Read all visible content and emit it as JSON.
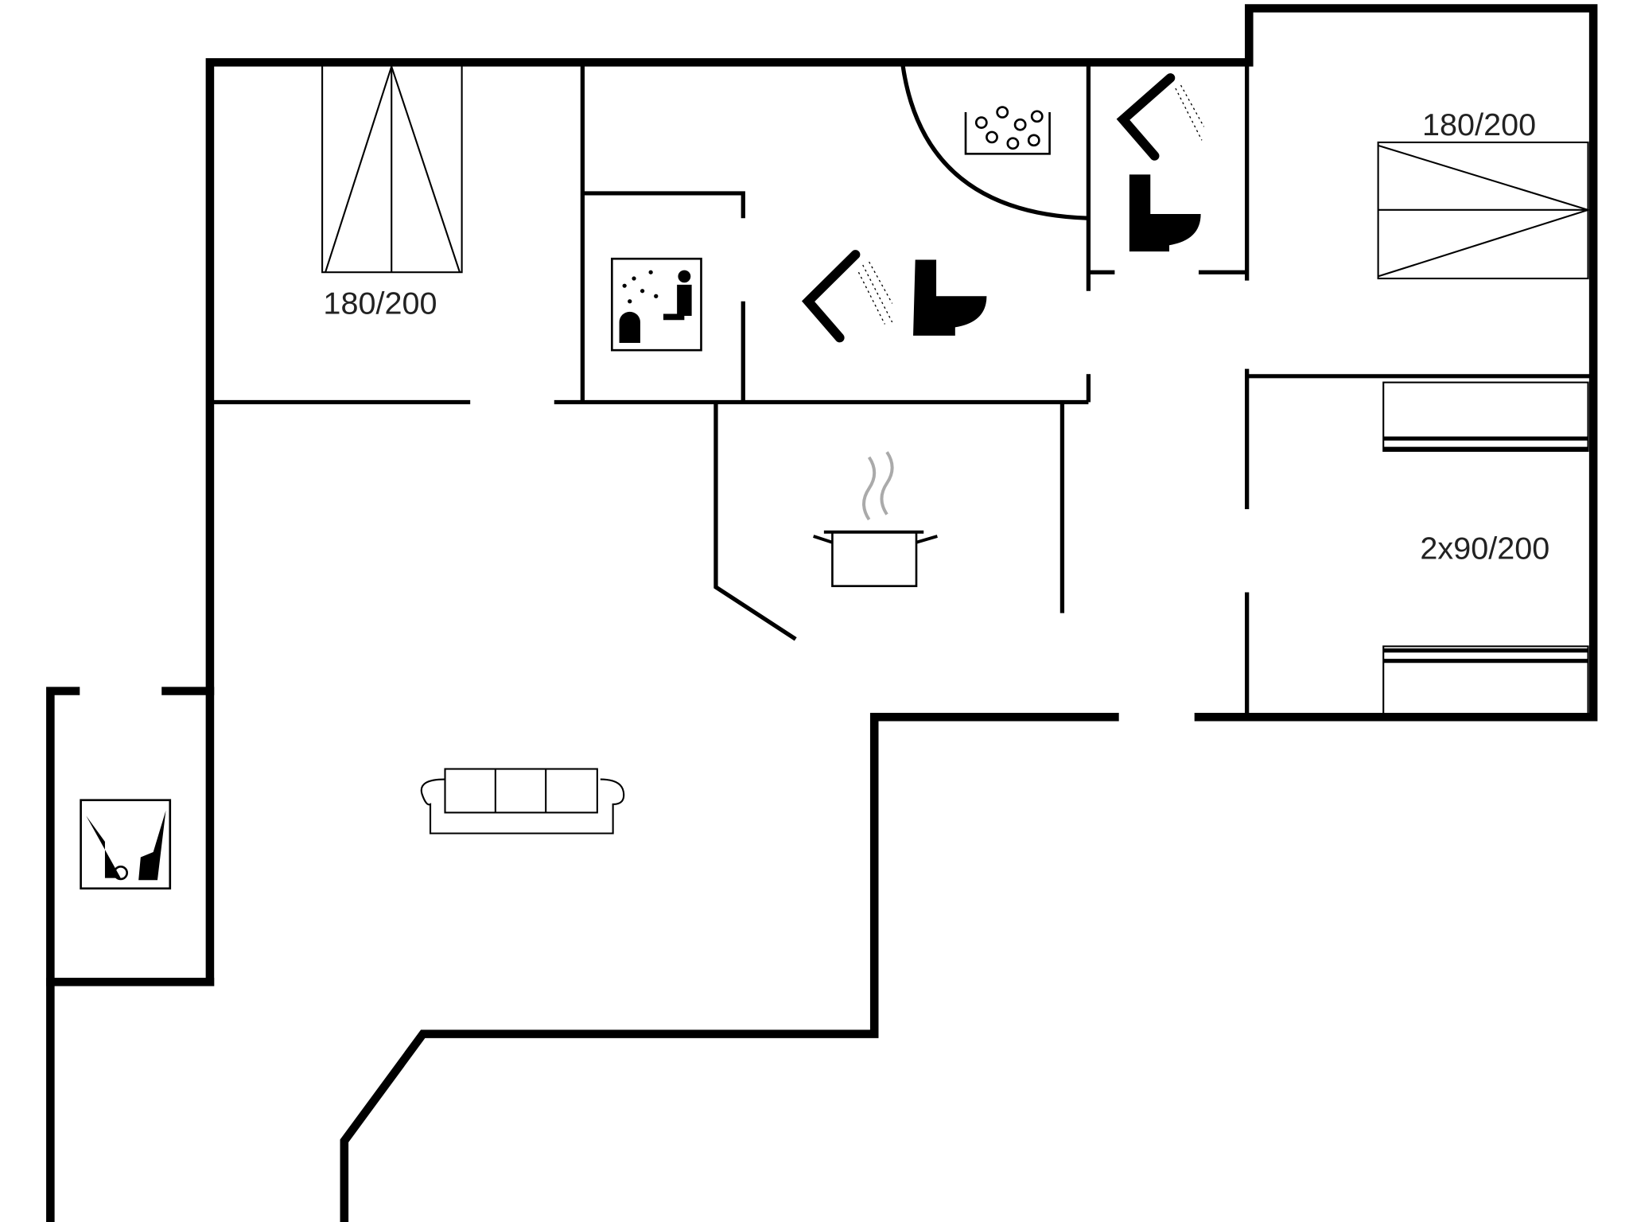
{
  "floorplan": {
    "labels": {
      "bed_left": "180/200",
      "bed_right": "180/200",
      "bunk_room": "2x90/200"
    },
    "icons": [
      "sauna-icon",
      "shower-icon",
      "toilet-icon",
      "whirlpool-icon",
      "kitchen-pot-icon",
      "sofa-icon",
      "utility-icon"
    ],
    "colors": {
      "walls": "#000000",
      "background": "#ffffff"
    }
  }
}
